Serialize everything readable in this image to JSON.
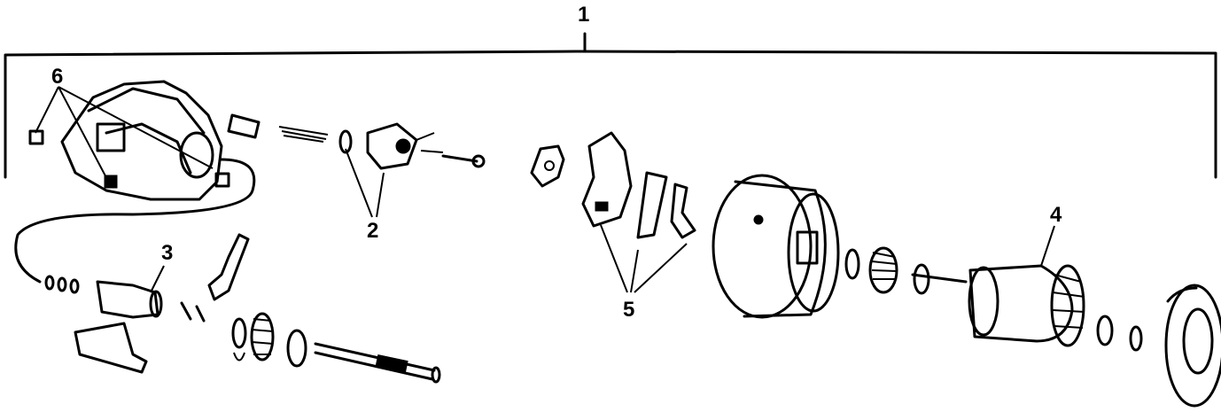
{
  "diagram": {
    "callouts": [
      {
        "id": "1",
        "label": "1"
      },
      {
        "id": "2",
        "label": "2"
      },
      {
        "id": "3",
        "label": "3"
      },
      {
        "id": "4",
        "label": "4"
      },
      {
        "id": "5",
        "label": "5"
      },
      {
        "id": "6",
        "label": "6"
      }
    ],
    "colors": {
      "ink": "#000000",
      "paper": "#ffffff"
    }
  }
}
